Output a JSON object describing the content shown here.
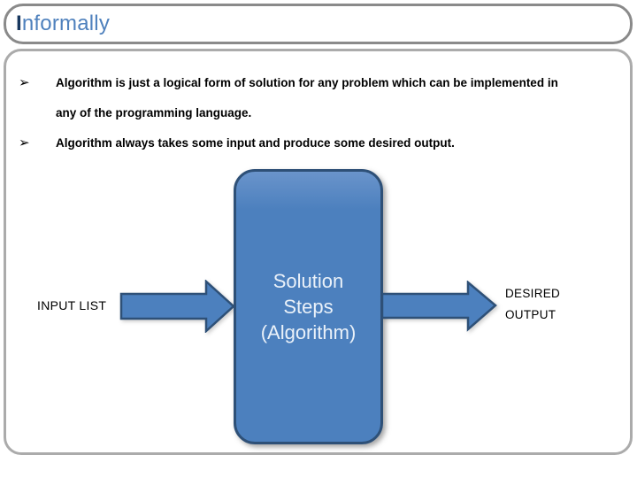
{
  "title": {
    "first_letter": "I",
    "rest": "nformally"
  },
  "bullets": [
    {
      "marker": "➢",
      "lines": [
        "Algorithm is just a logical form of solution for any problem which can be implemented in",
        "any of the programming language."
      ]
    },
    {
      "marker": "➢",
      "lines": [
        "Algorithm always takes some input and produce some desired output."
      ]
    }
  ],
  "diagram": {
    "input_label": "INPUT LIST",
    "process_lines": [
      "Solution",
      "Steps",
      "(Algorithm)"
    ],
    "output_lines": [
      "DESIRED",
      "OUTPUT"
    ]
  },
  "colors": {
    "accent_fill": "#4c80be",
    "accent_border": "#2e5077",
    "title_text": "#4f81bd",
    "title_first_letter": "#17375e",
    "title_box_border": "#8a8a8a",
    "content_box_border": "#ababab",
    "process_text": "#eaf1f9",
    "body_text": "#000000"
  }
}
